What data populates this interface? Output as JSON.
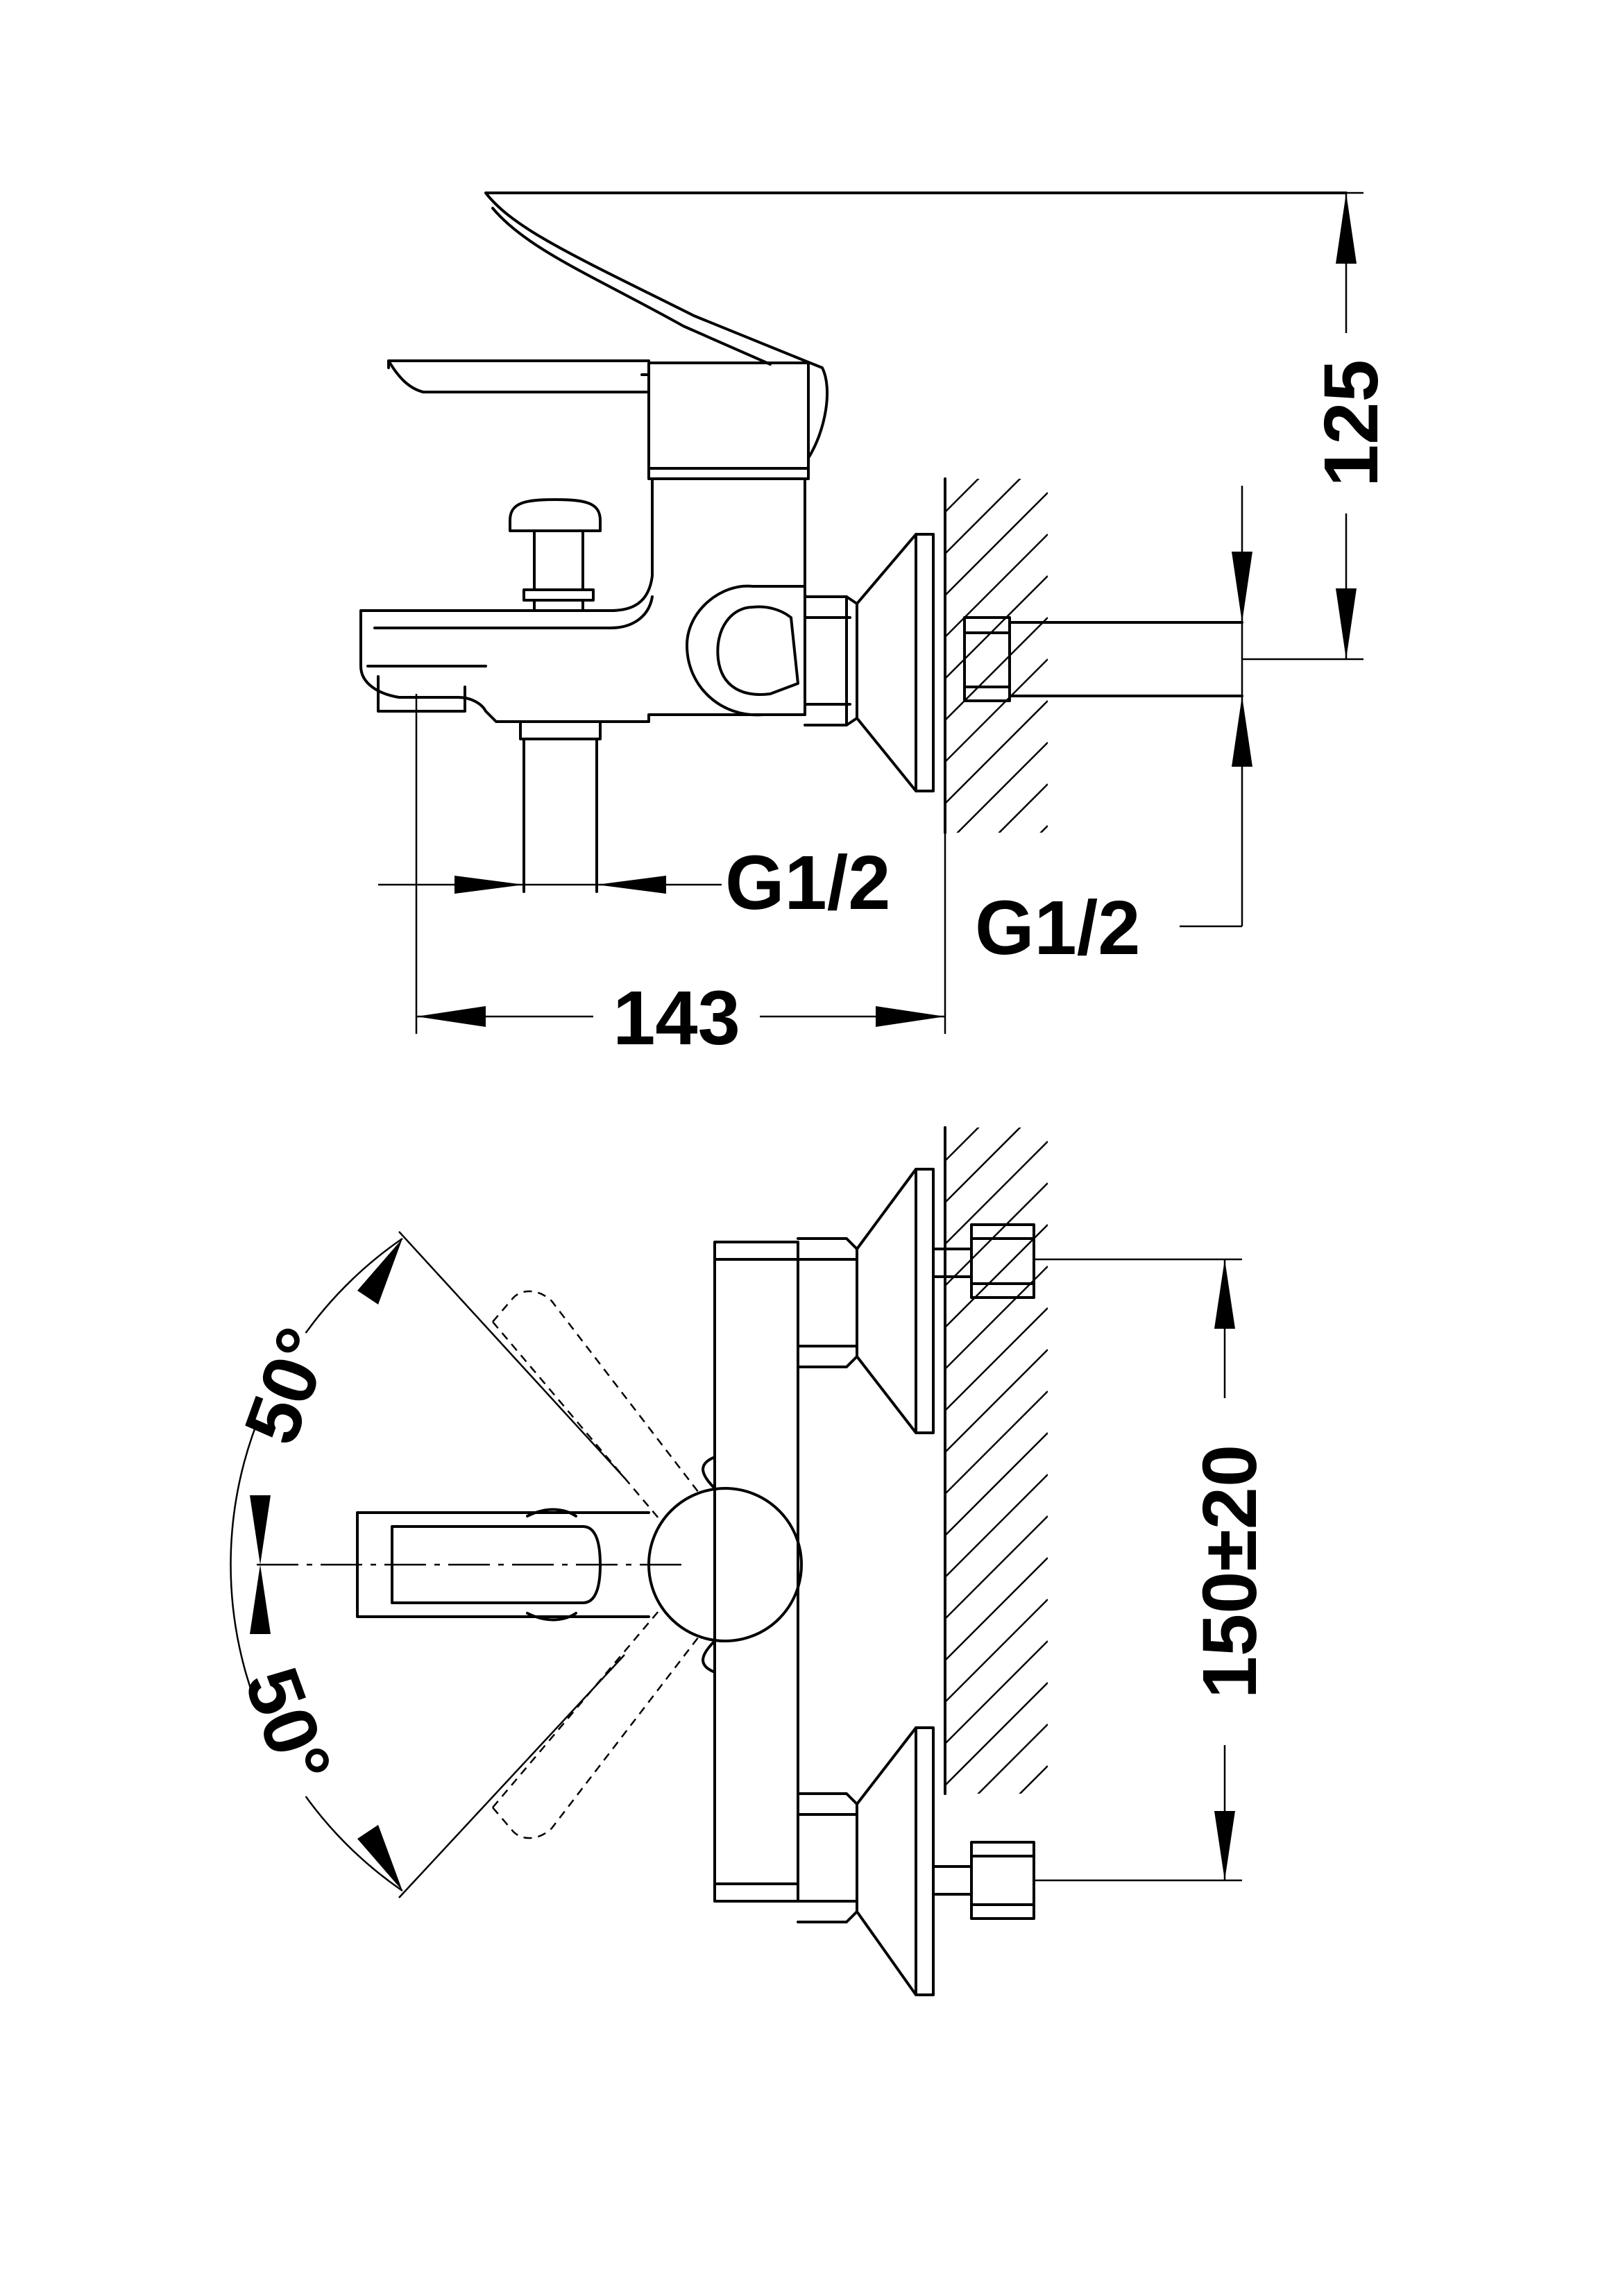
{
  "side_view": {
    "dim_height": "125",
    "dim_length": "143",
    "thread_spout": "G1/2",
    "thread_inlet": "G1/2"
  },
  "top_view": {
    "dim_centers": "150±20",
    "angle_upper": "50°",
    "angle_lower": "50°"
  }
}
